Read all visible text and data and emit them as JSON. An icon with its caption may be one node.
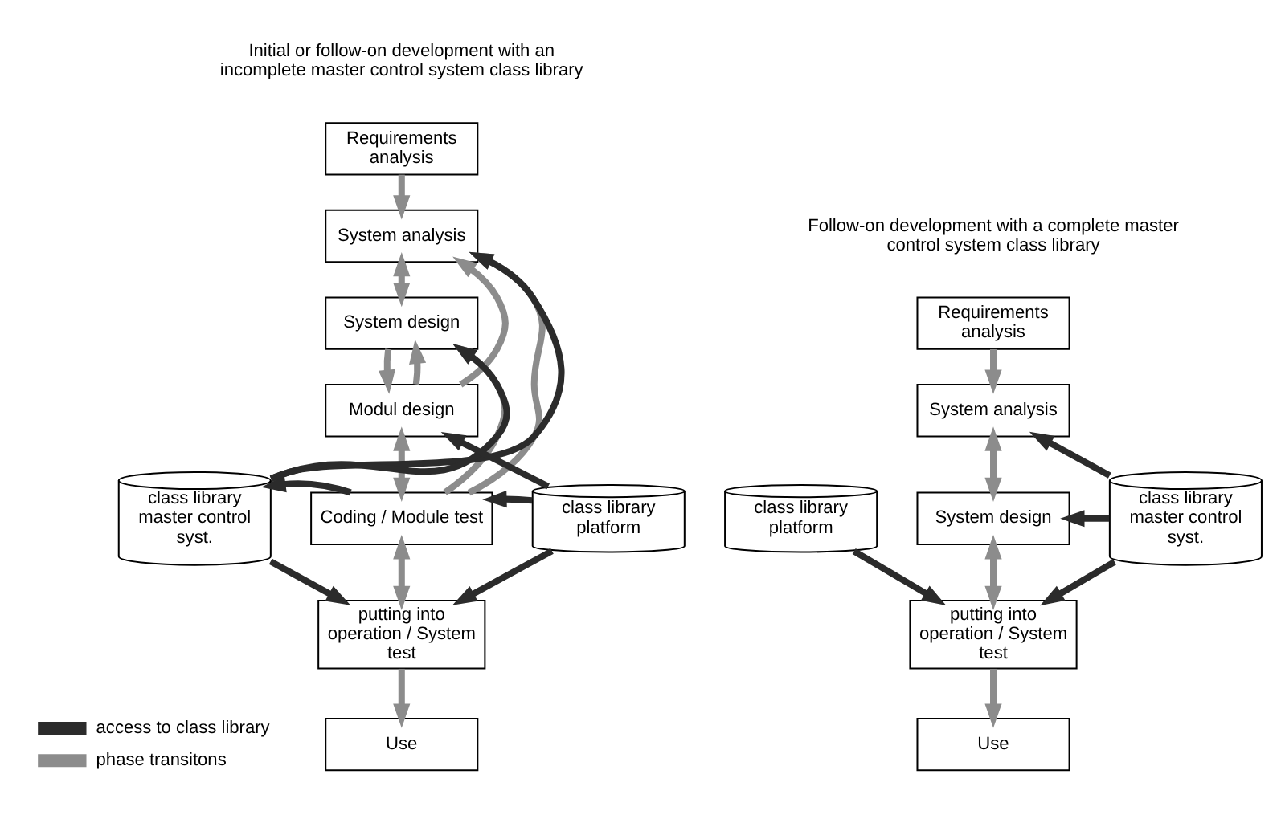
{
  "diagram": {
    "nodes": [
      {
        "text": [
          "Requirements analysis"
        ]
      },
      {
        "text": [
          "System analysis"
        ]
      },
      {
        "text": [
          "System design"
        ]
      },
      {
        "text": [
          "Modul design"
        ]
      },
      {
        "text": [
          "Coding / Module test"
        ]
      },
      {
        "text": [
          "putting into operation / System test"
        ]
      },
      {
        "text": [
          "Use"
        ]
      },
      {
        "text": [
          "class library master control syst."
        ]
      },
      {
        "text": [
          "class library platform"
        ]
      },
      {
        "text": [
          "Requirements analysis"
        ]
      },
      {
        "text": [
          "System analysis"
        ]
      },
      {
        "text": [
          "System design"
        ]
      },
      {
        "text": [
          "putting into operation / System test"
        ]
      },
      {
        "text": [
          "Use"
        ]
      },
      {
        "text": [
          "class library master control syst."
        ]
      },
      {
        "text": [
          "class library platform"
        ]
      }
    ],
    "edges": [
      {
        "from": 0,
        "to": 1,
        "arrow": "to"
      },
      {
        "from": 1,
        "to": 2,
        "arrow": "both"
      },
      {
        "from": 2,
        "to": 3,
        "arrow": "to"
      },
      {
        "from": 3,
        "to": 4,
        "arrow": "both"
      },
      {
        "from": 4,
        "to": 5,
        "arrow": "both"
      },
      {
        "from": 5,
        "to": 6,
        "arrow": "to"
      },
      {
        "from": 3,
        "to": 1,
        "arrow": "to"
      },
      {
        "from": 3,
        "to": 2,
        "arrow": "to"
      },
      {
        "from": 4,
        "to": 1,
        "arrow": "to"
      },
      {
        "from": 4,
        "to": 2,
        "arrow": "to"
      },
      {
        "from": 7,
        "to": 1,
        "arrow": "to",
        "color": "#2b2b2b"
      },
      {
        "from": 7,
        "to": 2,
        "arrow": "to",
        "color": "#2b2b2b"
      },
      {
        "from": 4,
        "to": 7,
        "arrow": "to",
        "color": "#2b2b2b"
      },
      {
        "from": 7,
        "to": 5,
        "arrow": "to",
        "color": "#2b2b2b"
      },
      {
        "from": 8,
        "to": 3,
        "arrow": "to",
        "color": "#2b2b2b"
      },
      {
        "from": 8,
        "to": 4,
        "arrow": "to",
        "color": "#2b2b2b"
      },
      {
        "from": 8,
        "to": 5,
        "arrow": "to",
        "color": "#2b2b2b"
      },
      {
        "from": 9,
        "to": 10,
        "arrow": "to"
      },
      {
        "from": 10,
        "to": 11,
        "arrow": "both"
      },
      {
        "from": 11,
        "to": 12,
        "arrow": "both"
      },
      {
        "from": 12,
        "to": 13,
        "arrow": "to"
      },
      {
        "from": 14,
        "to": 10,
        "arrow": "to",
        "color": "#2b2b2b"
      },
      {
        "from": 14,
        "to": 11,
        "arrow": "to",
        "color": "#2b2b2b"
      },
      {
        "from": 14,
        "to": 12,
        "arrow": "to",
        "color": "#2b2b2b"
      },
      {
        "from": 15,
        "to": 12,
        "arrow": "to",
        "color": "#2b2b2b"
      }
    ],
    "labels": [
      "Initial or follow-on development with an incomplete master control system class library",
      "Follow-on development with a complete master control system class library"
    ],
    "legend": [
      {
        "text": "access to class library"
      },
      {
        "text": "phase transitons"
      }
    ]
  }
}
